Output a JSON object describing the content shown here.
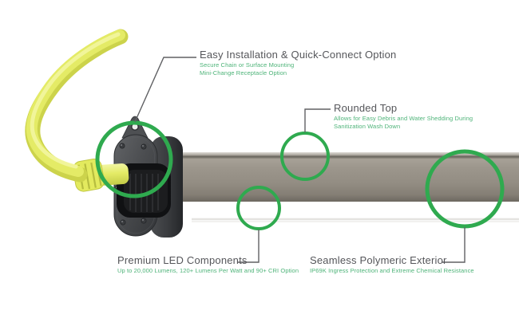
{
  "colors": {
    "accent_green": "#2faa4f",
    "text_green": "#4db378",
    "title_gray": "#55565a",
    "line_gray": "#606164",
    "tube_gray": "#99938a",
    "end_cap_gray": "#4b4d50",
    "cable_yellow": "#e4eb66",
    "background": "#ffffff"
  },
  "callouts": [
    {
      "title": "Easy Installation & Quick-Connect Option",
      "lines": [
        "Secure Chain or Surface Mounting",
        "Mini-Change Receptacle Option"
      ]
    },
    {
      "title": "Rounded Top",
      "lines": [
        "Allows for Easy Debris and Water Shedding During",
        "Sanitization Wash Down"
      ]
    },
    {
      "title": "Premium LED Components",
      "lines": [
        "Up to 20,000 Lumens, 120+ Lumens Per Watt and 90+ CRI Option"
      ]
    },
    {
      "title": "Seamless Polymeric Exterior",
      "lines": [
        "IP69K Ingress Protection and Extreme Chemical Resistance"
      ]
    }
  ],
  "illustration": {
    "parts": [
      "power-cable",
      "quick-connect-plug",
      "end-cap",
      "mounting-tab",
      "fixture-tube"
    ],
    "highlight_circle_count": "4"
  }
}
